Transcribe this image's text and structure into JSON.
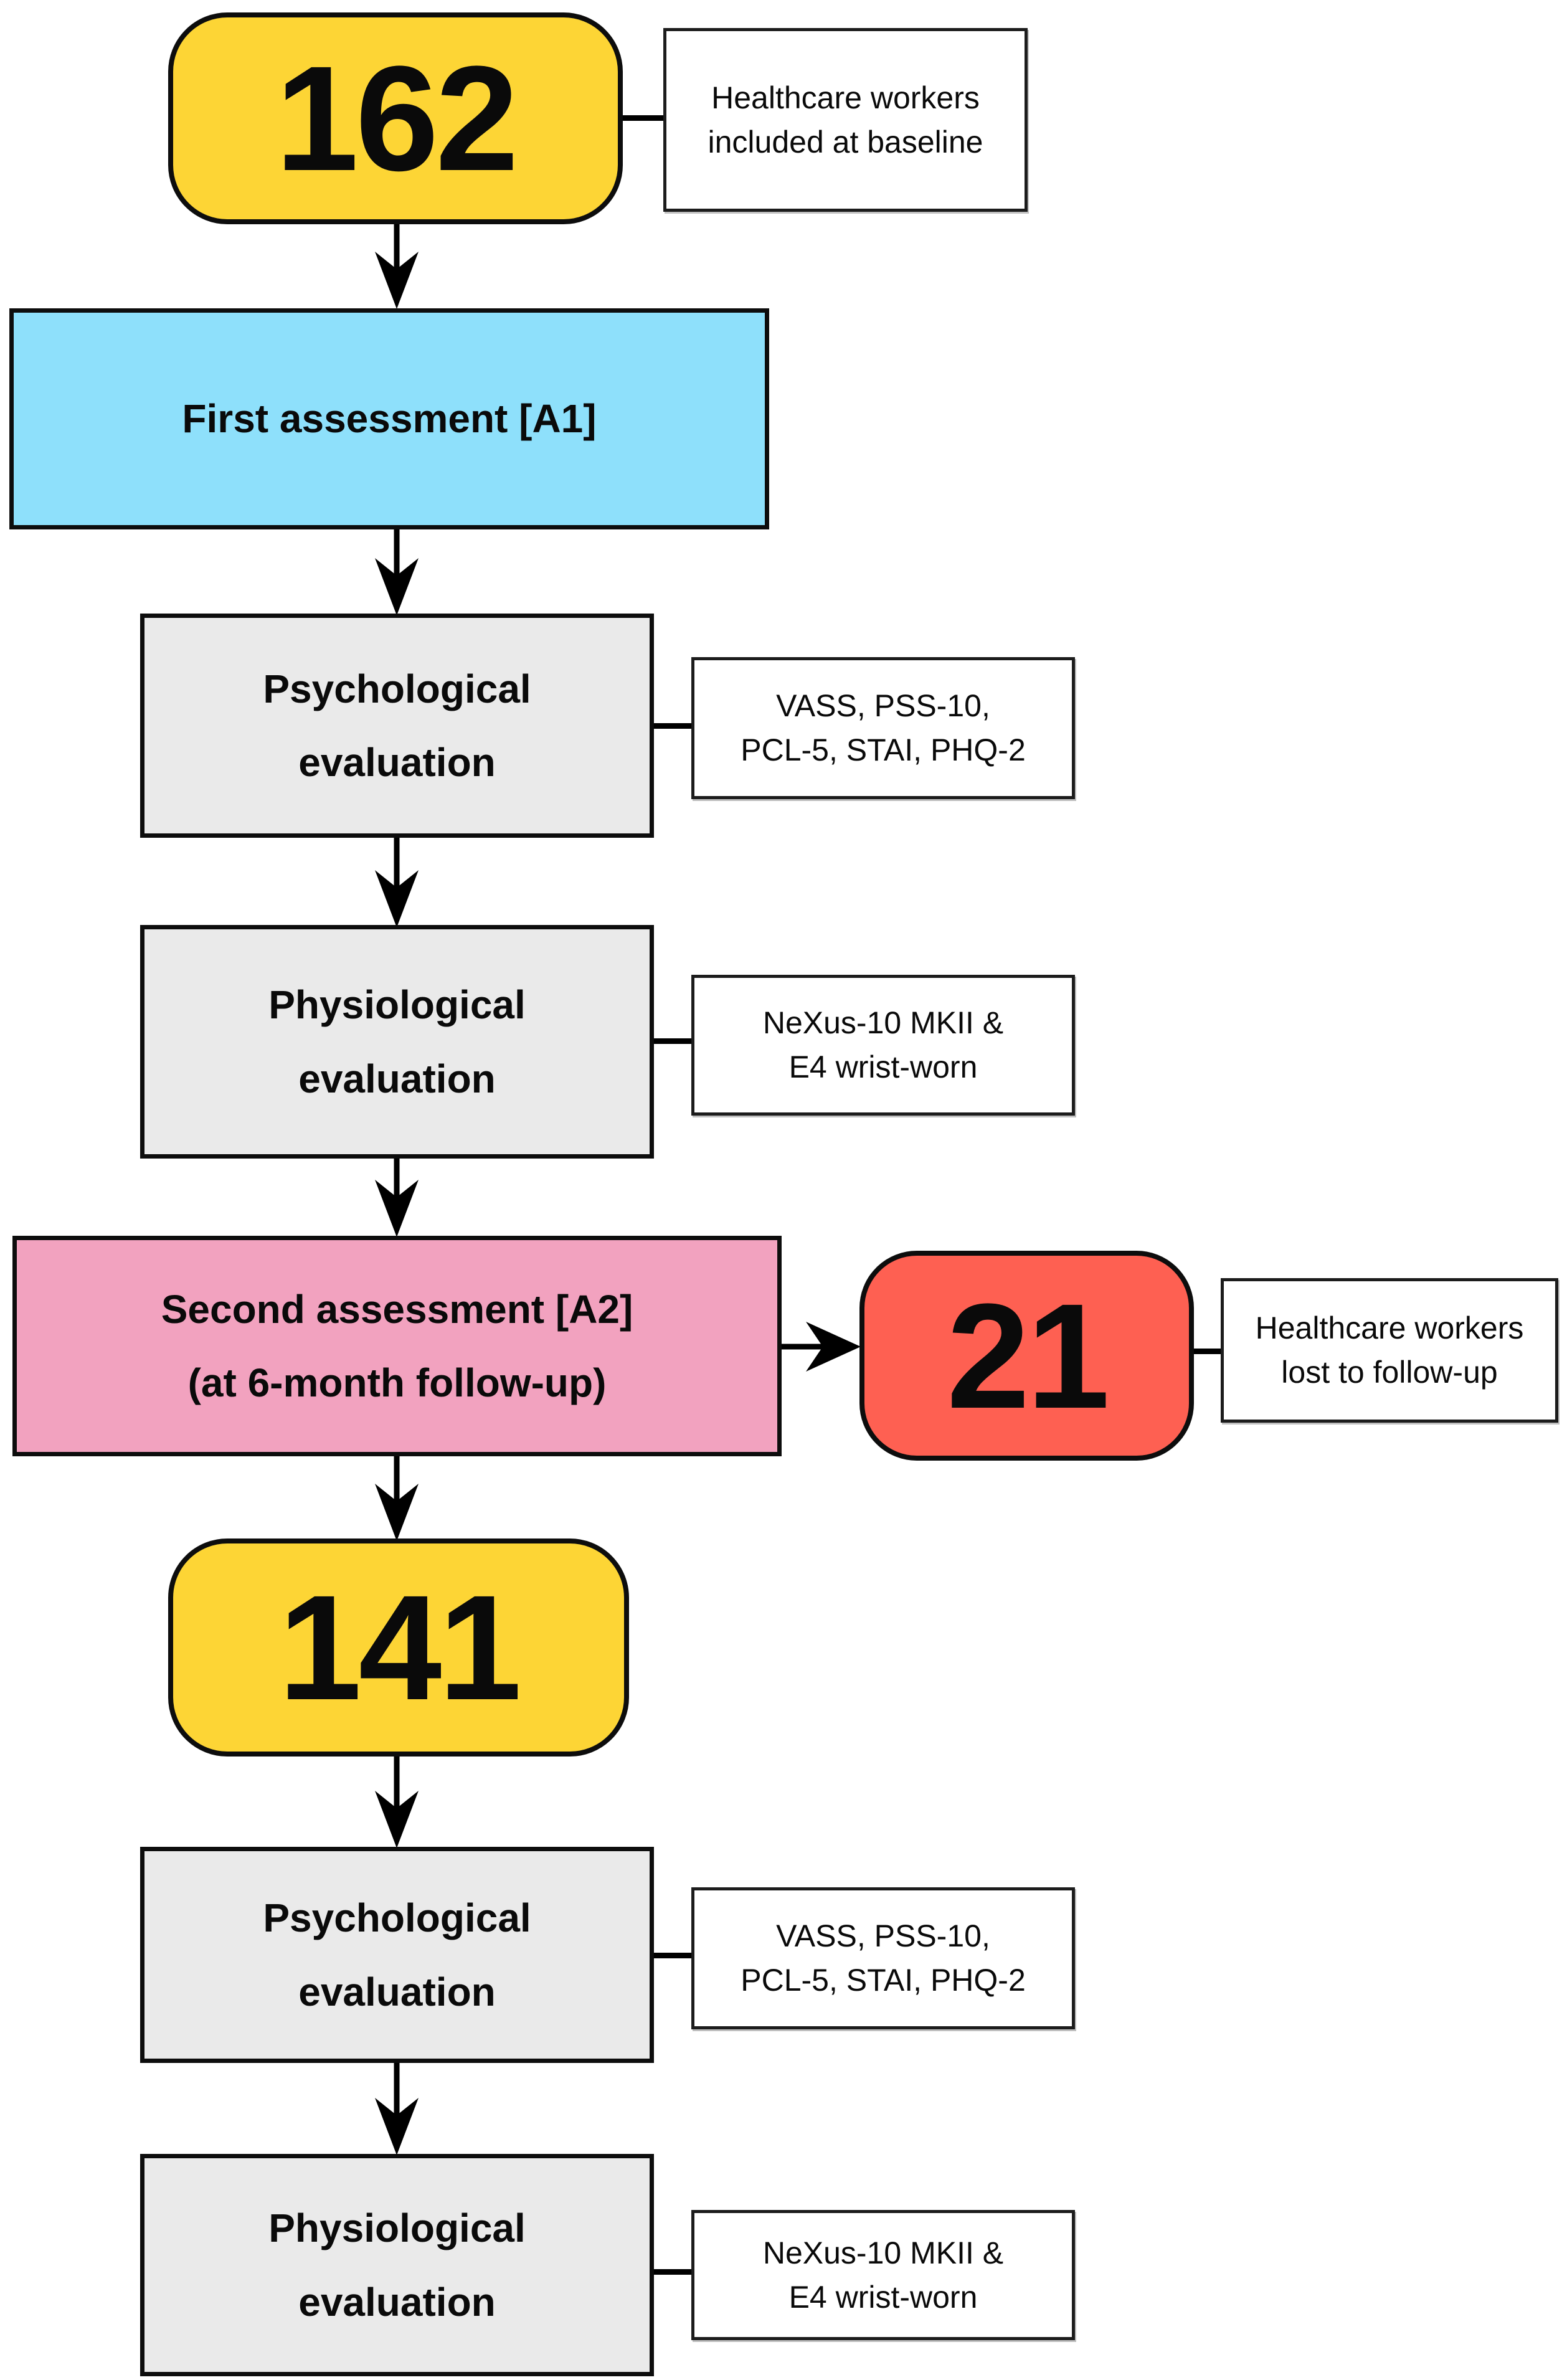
{
  "colors": {
    "yellow": "#FDD535",
    "blue": "#8EE0FB",
    "pink": "#F2A2BF",
    "red": "#FE6052",
    "gray": "#EAEAEA",
    "note_bg": "#FFFFFF",
    "line": "#000000"
  },
  "flow": {
    "baseline": {
      "count": "162",
      "note": "Healthcare workers\nincluded at baseline"
    },
    "first_assessment": {
      "label": "First assessment [A1]"
    },
    "psych_eval_1": {
      "label": "Psychological\nevaluation",
      "note": "VASS, PSS-10,\nPCL-5, STAI, PHQ-2"
    },
    "phys_eval_1": {
      "label": "Physiological\nevaluation",
      "note": "NeXus-10 MKII &\nE4 wrist-worn"
    },
    "second_assessment": {
      "label": "Second assessment [A2]\n(at 6-month follow-up)"
    },
    "lost_followup": {
      "count": "21",
      "note": "Healthcare workers\nlost to follow-up"
    },
    "followup": {
      "count": "141"
    },
    "psych_eval_2": {
      "label": "Psychological\nevaluation",
      "note": "VASS, PSS-10,\nPCL-5, STAI, PHQ-2"
    },
    "phys_eval_2": {
      "label": "Physiological\nevaluation",
      "note": "NeXus-10 MKII &\nE4 wrist-worn"
    }
  }
}
